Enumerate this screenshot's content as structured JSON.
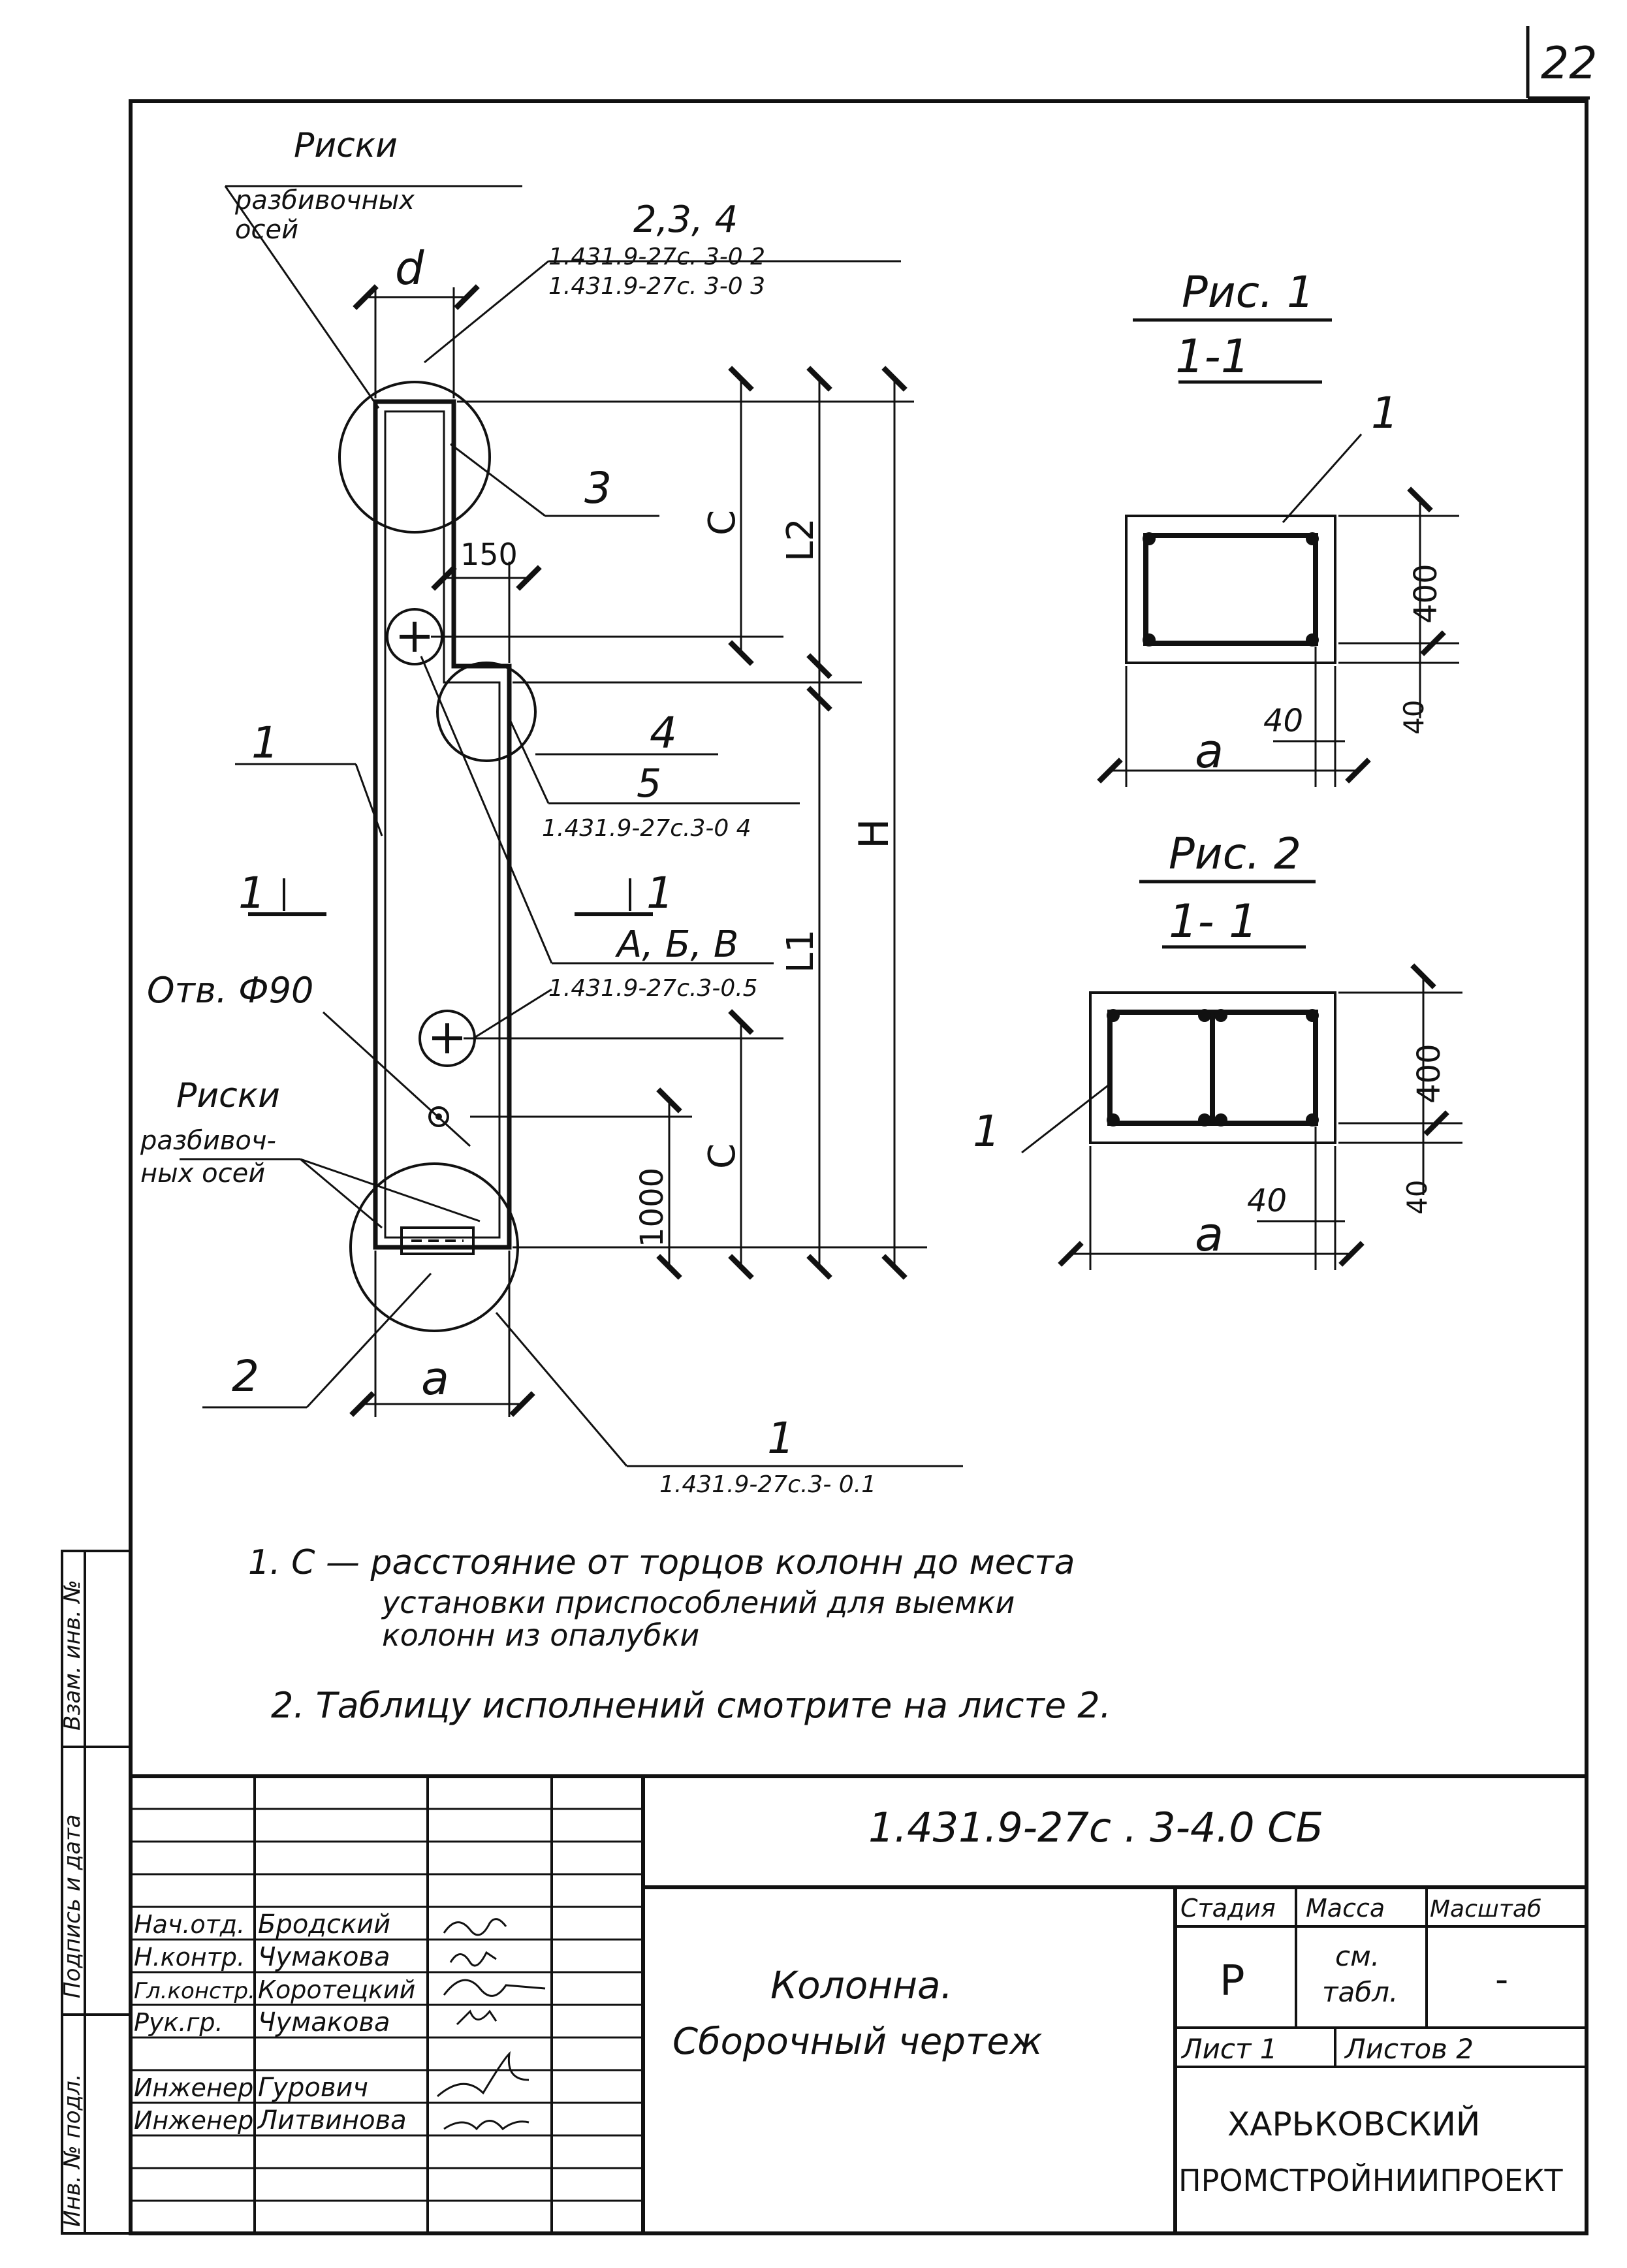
{
  "sheet": {
    "page_number": "22",
    "document_code": "1.431.9-27с . 3-4.0 СБ",
    "title_line1": "Колонна.",
    "title_line2": "Сборочный чертеж",
    "stage_header": "Стадия",
    "mass_header": "Масса",
    "scale_header": "Масштаб",
    "stage_value": "Р",
    "mass_value_line1": "см.",
    "mass_value_line2": "табл.",
    "scale_value": "-",
    "sheet_label": "Лист 1",
    "sheets_label": "Листов 2",
    "organization_line1": "ХАРЬКОВСКИЙ",
    "organization_line2": "ПРОМСТРОЙНИИПРОЕКТ"
  },
  "signatures": [
    {
      "role": "Нач.отд.",
      "name": "Бродский"
    },
    {
      "role": "Н.контр.",
      "name": "Чумакова"
    },
    {
      "role": "Гл.констр.",
      "name": "Коротецкий"
    },
    {
      "role": "Рук.гр.",
      "name": "Чумакова"
    },
    {
      "role": "",
      "name": ""
    },
    {
      "role": "Инженер",
      "name": "Гурович"
    },
    {
      "role": "Инженер",
      "name": "Литвинова"
    }
  ],
  "side_stamp": {
    "inv_no": "Инв. № подл.",
    "sign_date": "Подпись и дата",
    "replace_inv": "Взам. инв. №"
  },
  "drawing": {
    "label_risks_top_1": "Риски",
    "label_risks_top_2": "разбивочных",
    "label_risks_top_3": "осей",
    "label_risks_bot_1": "Риски",
    "label_risks_bot_2": "разбивоч-",
    "label_risks_bot_3": "ных осей",
    "dim_d": "d",
    "dim_a": "a",
    "dim_c": "С",
    "dim_l2": "L2",
    "dim_l1": "L1",
    "dim_h": "Н",
    "dim_150": "150",
    "dim_1000": "1000",
    "hole": "Отв. Ф90",
    "pos_234": "2,3, 4",
    "ref_02": "1.431.9-27с. 3-0 2",
    "ref_03": "1.431.9-27с. 3-0 3",
    "pos_3": "3",
    "pos_4": "4",
    "pos_5": "5",
    "ref_04": "1.431.9-27с.3-0 4",
    "pos_abv": "А, Б, В",
    "ref_05": "1.431.9-27с.3-0.5",
    "pos_1_left": "1",
    "pos_2": "2",
    "pos_1_bottom": "1",
    "ref_01": "1.431.9-27с.3- 0.1",
    "section_mark": "1",
    "fig1_title": "Рис. 1",
    "fig1_section": "1-1",
    "fig2_title": "Рис. 2",
    "fig2_section": "1- 1",
    "fig_pos_1": "1",
    "fig_dim_400": "400",
    "fig_dim_40": "40",
    "fig_dim_a": "a"
  },
  "notes": [
    "1. С — расстояние от торцов колонн до места",
    "установки приспособлений для выемки",
    "колонн из опалубки",
    "2.   Таблицу исполнений смотрите на листе 2."
  ],
  "colors": {
    "ink": "#111111",
    "paper": "#ffffff"
  }
}
